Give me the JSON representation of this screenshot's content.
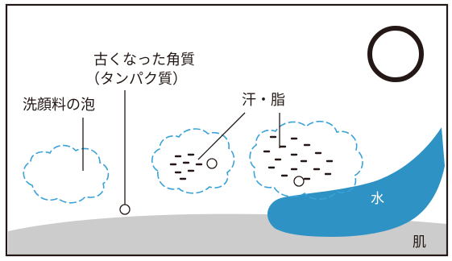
{
  "labels": {
    "foam": "洗顔料の泡",
    "old_keratin_line1": "古くなった角質",
    "old_keratin_line2": "（タンパク質）",
    "sweat_sebum": "汗・脂",
    "water": "水",
    "skin": "肌"
  },
  "colors": {
    "frame": "#231815",
    "skin": "#cccccc",
    "water": "#2e93c4",
    "foam_outline": "#3aa2d8",
    "text": "#231815",
    "marker_fill": "#ffffff"
  },
  "icons": {
    "correct_mark": "circle-mark-icon"
  }
}
